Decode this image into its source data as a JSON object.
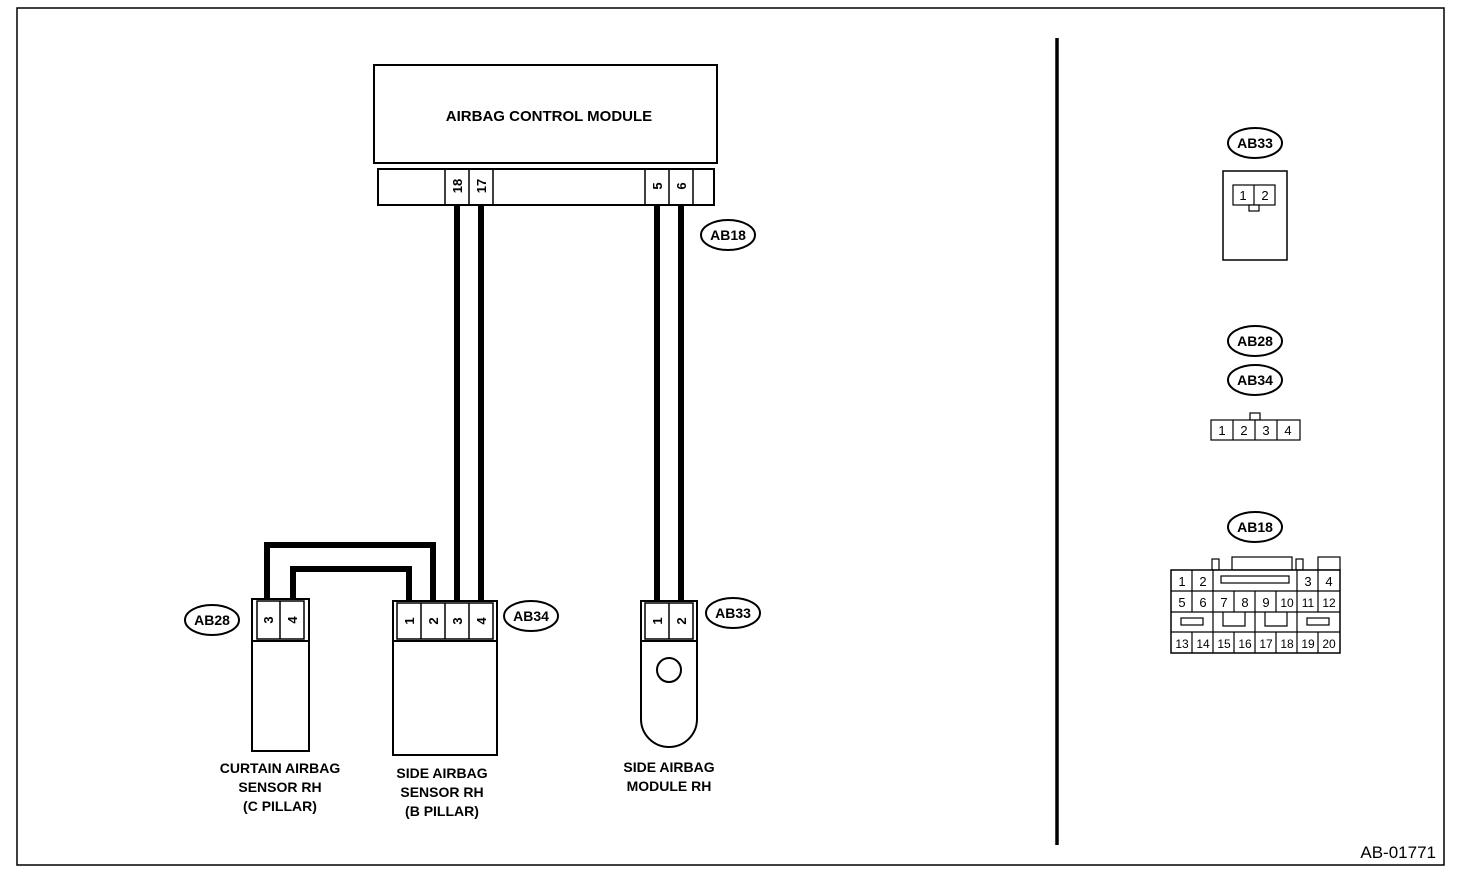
{
  "module": {
    "title": "AIRBAG CONTROL MODULE",
    "connector": "AB18",
    "pins": [
      "18",
      "17",
      "5",
      "6"
    ]
  },
  "components": {
    "curtain_sensor": {
      "connector": "AB28",
      "pins": [
        "3",
        "4"
      ],
      "label": [
        "CURTAIN AIRBAG",
        "SENSOR RH",
        "(C PILLAR)"
      ]
    },
    "side_sensor": {
      "connector": "AB34",
      "pins": [
        "1",
        "2",
        "3",
        "4"
      ],
      "label": [
        "SIDE AIRBAG",
        "SENSOR RH",
        "(B PILLAR)"
      ]
    },
    "side_module": {
      "connector": "AB33",
      "pins": [
        "1",
        "2"
      ],
      "label": [
        "SIDE AIRBAG",
        "MODULE RH"
      ]
    }
  },
  "connector_faces": {
    "ab33": {
      "name": "AB33",
      "pins": [
        "1",
        "2"
      ]
    },
    "ab28_ab34": {
      "names": [
        "AB28",
        "AB34"
      ],
      "pins": [
        "1",
        "2",
        "3",
        "4"
      ]
    },
    "ab18": {
      "name": "AB18",
      "row1": [
        "1",
        "2",
        "3",
        "4"
      ],
      "row2": [
        "5",
        "6",
        "7",
        "8",
        "9",
        "10",
        "11",
        "12"
      ],
      "row3": [
        "13",
        "14",
        "15",
        "16",
        "17",
        "18",
        "19",
        "20"
      ]
    }
  },
  "figure_id": "AB-01771"
}
